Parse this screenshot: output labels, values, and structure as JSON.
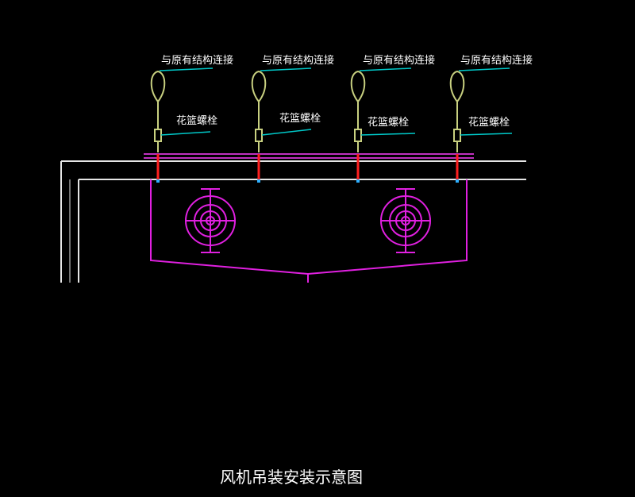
{
  "diagram": {
    "title": "风机吊装安装示意图",
    "labels": {
      "connection": "与原有结构连接",
      "turnbuckle": "花篮螺栓"
    },
    "hanger_count": 4,
    "fan_count": 2
  },
  "colors": {
    "background": "#000000",
    "structure": "#e6e6e6",
    "fan": "#e020e0",
    "steel_beam": "#c030c0",
    "rod": "#ff2020",
    "wire": "#c8d080",
    "leader": "#00c8c8",
    "text": "#ffffff",
    "clamp": "#30b0ff"
  }
}
